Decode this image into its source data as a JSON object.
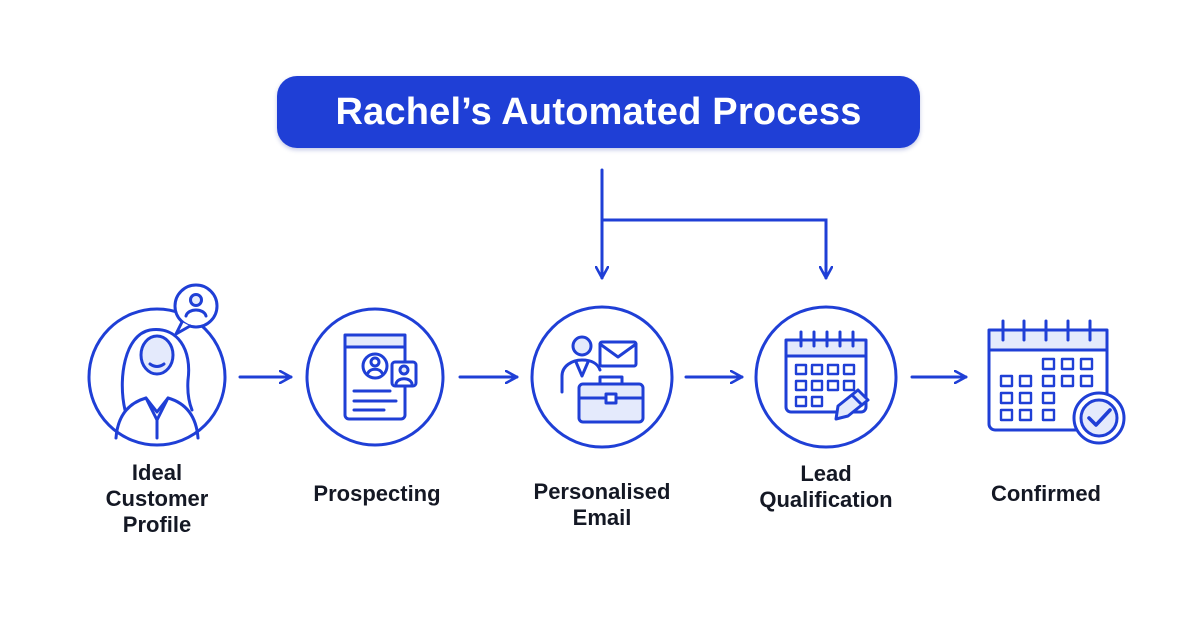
{
  "title": "Rachel’s Automated Process",
  "colors": {
    "accent": "#1f3fd6",
    "icon_fill": "#e4eafc",
    "text": "#141824"
  },
  "steps": [
    {
      "id": "ideal-customer-profile",
      "label_lines": [
        "Ideal",
        "Customer",
        "Profile"
      ],
      "icon": "customer-profile-icon"
    },
    {
      "id": "prospecting",
      "label_lines": [
        "Prospecting"
      ],
      "icon": "prospect-card-icon"
    },
    {
      "id": "personalised-email",
      "label_lines": [
        "Personalised",
        "Email"
      ],
      "icon": "email-briefcase-icon"
    },
    {
      "id": "lead-qualification",
      "label_lines": [
        "Lead",
        "Qualification"
      ],
      "icon": "calendar-pen-icon"
    },
    {
      "id": "confirmed",
      "label_lines": [
        "Confirmed"
      ],
      "icon": "calendar-check-icon"
    }
  ]
}
